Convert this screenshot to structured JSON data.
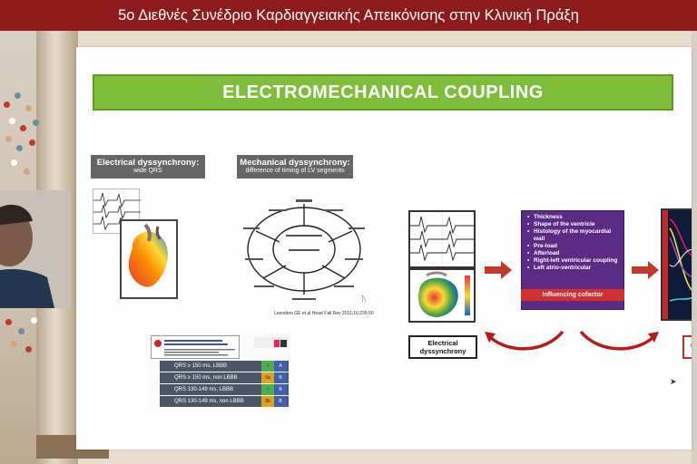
{
  "header": {
    "title": "5ο Διεθνές Συνέδριο Καρδιαγγειακής Απεικόνισης στην Κλινική Πράξη"
  },
  "slide": {
    "title": "ELECTROMECHANICAL COUPLING",
    "electrical": {
      "heading": "Electrical dyssynchrony:",
      "sub": "wide QRS"
    },
    "mechanical": {
      "heading": "Mechanical dyssynchrony:",
      "sub": "difference of timing of LV segments"
    },
    "citation": "Leenders GE et al Heart Fail Rev 2011;16:235-50",
    "table_rows": [
      {
        "label": "QRS ≥ 150 ms, LBBB",
        "class": "I",
        "level": "A",
        "class_color": "#4caf50"
      },
      {
        "label": "QRS ≥ 150 ms, non LBBB",
        "class": "IIa",
        "level": "B",
        "class_color": "#e0a21a"
      },
      {
        "label": "QRS 130-149 ms, LBBB",
        "class": "I",
        "level": "B",
        "class_color": "#4caf50"
      },
      {
        "label": "QRS 130-149 ms, non LBBB",
        "class": "IIb",
        "level": "B",
        "class_color": "#e0a21a"
      }
    ],
    "factors": [
      "Thickness",
      "Shape of the ventricle",
      "Histology of the myocardial wall",
      "Pre-load",
      "Afterload",
      "Right-left ventricular coupling",
      "Left atrio-ventricular"
    ],
    "influencing": "Influencing cofactor",
    "electrical_box": "Electrical dyssynchrony",
    "red_box_text": "c"
  },
  "colors": {
    "header": "#8e1b1b",
    "title_bar": "#7fbe3b",
    "factors_bg": "#5c2b86",
    "accent_red": "#d32f2f"
  }
}
